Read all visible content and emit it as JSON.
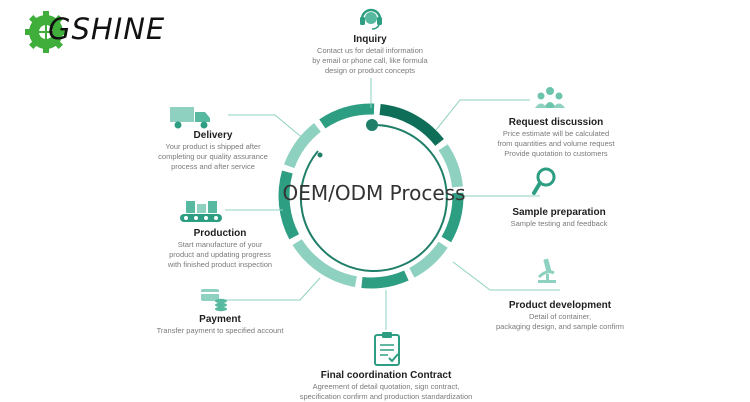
{
  "brand": {
    "name": "GSHINE",
    "accent": "#2e9e83",
    "light": "#8fd1c0",
    "dark": "#0e6e57"
  },
  "center_title": "OEM/ODM Process",
  "steps": {
    "inquiry": {
      "title": "Inquiry",
      "desc1": "Contact us for detail information",
      "desc2": "by email or phone call, like formula",
      "desc3": "design or product concepts",
      "icon": "headset-icon"
    },
    "request": {
      "title": "Request discussion",
      "desc1": "Price estimate will be calculated",
      "desc2": "from quantities and volume request",
      "desc3": "Provide quotation to customers",
      "icon": "people-icon"
    },
    "sample": {
      "title": "Sample preparation",
      "desc1": "Sample testing and feedback",
      "icon": "magnifier-icon"
    },
    "development": {
      "title": "Product development",
      "desc1": "Detail of container,",
      "desc2": "packaging design, and sample confirm",
      "icon": "microscope-icon"
    },
    "contract": {
      "title": "Final coordination Contract",
      "desc1": "Agreement of detail quotation, sign contract,",
      "desc2": "specification confirm and production standardization",
      "icon": "clipboard-icon"
    },
    "payment": {
      "title": "Payment",
      "desc1": "Transfer payment to specified account",
      "icon": "payment-icon"
    },
    "production": {
      "title": "Production",
      "desc1": "Start manufacture of your",
      "desc2": "product and updating progress",
      "desc3": "with finished product inspection",
      "icon": "conveyor-icon"
    },
    "delivery": {
      "title": "Delivery",
      "desc1": "Your product is shipped after",
      "desc2": "completing our quality assurance",
      "desc3": "process and after service",
      "icon": "truck-icon"
    }
  }
}
